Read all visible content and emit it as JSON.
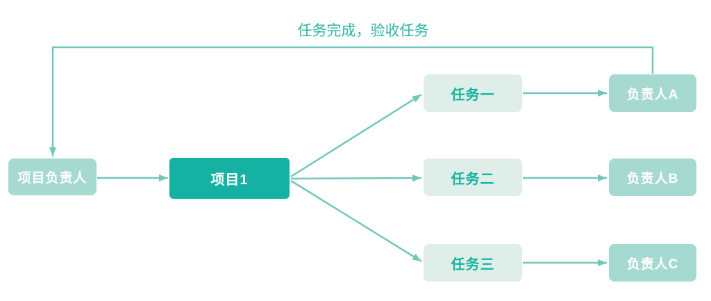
{
  "diagram": {
    "type": "flowchart",
    "feedback_label": "任务完成，验收任务",
    "nodes": {
      "project_manager": {
        "label": "项目负责人",
        "role": "secondary"
      },
      "project1": {
        "label": "项目1",
        "role": "primary"
      },
      "task1": {
        "label": "任务一",
        "role": "task"
      },
      "task2": {
        "label": "任务二",
        "role": "task"
      },
      "task3": {
        "label": "任务三",
        "role": "task"
      },
      "owner_a": {
        "label": "负责人A",
        "role": "secondary"
      },
      "owner_b": {
        "label": "负责人B",
        "role": "secondary"
      },
      "owner_c": {
        "label": "负责人C",
        "role": "secondary"
      }
    },
    "edges": [
      {
        "from": "项目负责人",
        "to": "项目1",
        "label": ""
      },
      {
        "from": "项目1",
        "to": "任务一",
        "label": ""
      },
      {
        "from": "项目1",
        "to": "任务二",
        "label": ""
      },
      {
        "from": "项目1",
        "to": "任务三",
        "label": ""
      },
      {
        "from": "任务一",
        "to": "负责人A",
        "label": ""
      },
      {
        "from": "任务二",
        "to": "负责人B",
        "label": ""
      },
      {
        "from": "任务三",
        "to": "负责人C",
        "label": ""
      },
      {
        "from": "负责人A",
        "to": "项目负责人",
        "label": "任务完成，验收任务"
      }
    ],
    "colors": {
      "primary_node_bg": "#15b2a3",
      "secondary_node_bg": "#a6dad0",
      "task_node_bg": "#dfeee9",
      "task_node_text": "#18b49d",
      "node_text": "#ffffff",
      "arrow": "#70c7ba",
      "feedback_label_text": "#2db6a4",
      "background": "#ffffff"
    }
  }
}
